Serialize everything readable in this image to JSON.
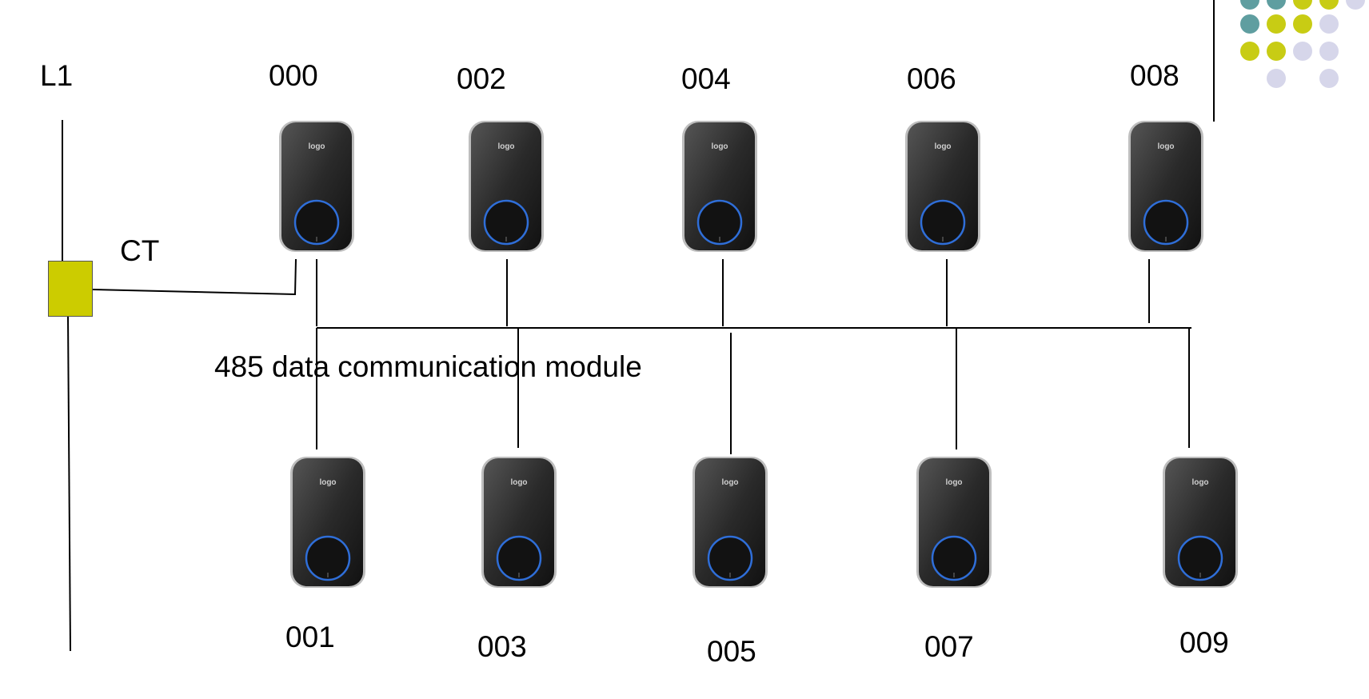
{
  "labels": {
    "line": "L1",
    "ct": "CT",
    "bus": "485 data communication module"
  },
  "device_logo_text": "logo",
  "chargers_top": [
    {
      "id": "000"
    },
    {
      "id": "002"
    },
    {
      "id": "004"
    },
    {
      "id": "006"
    },
    {
      "id": "008"
    }
  ],
  "chargers_bottom": [
    {
      "id": "001"
    },
    {
      "id": "003"
    },
    {
      "id": "005"
    },
    {
      "id": "007"
    },
    {
      "id": "009"
    }
  ],
  "colors": {
    "ct_box": "#cccc00",
    "ring": "#2f6ed8",
    "charger_body": "#2a2a2a",
    "dot_teal": "#5f9ea0",
    "dot_yellow": "#c8cc14",
    "dot_lavender": "#d6d6ea"
  }
}
